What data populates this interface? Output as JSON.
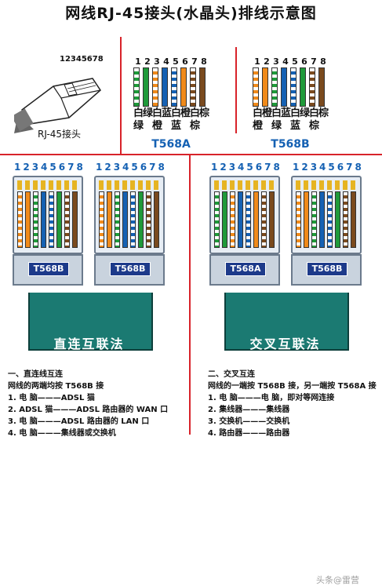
{
  "title": "网线RJ-45接头(水晶头)排线示意图",
  "rj45": {
    "pins": "12345678",
    "caption": "RJ-45接头"
  },
  "pin_numbers": [
    "1",
    "2",
    "3",
    "4",
    "5",
    "6",
    "7",
    "8"
  ],
  "t568a": {
    "label": "T568A",
    "top_chars": [
      "白",
      "绿",
      "白",
      "蓝",
      "白",
      "橙",
      "白",
      "棕"
    ],
    "bottom_chars": [
      "绿",
      "",
      "橙",
      "",
      "蓝",
      "",
      "棕",
      ""
    ],
    "colors": [
      "#f9c784",
      "#1f9a3a",
      "#f9c784",
      "#1561b3",
      "#d8e6f5",
      "#f08a1a",
      "#f3e2c0",
      "#7a4a1e"
    ]
  },
  "t568b": {
    "label": "T568B",
    "top_chars": [
      "白",
      "橙",
      "白",
      "蓝",
      "白",
      "绿",
      "白",
      "棕"
    ],
    "bottom_chars": [
      "橙",
      "",
      "绿",
      "",
      "蓝",
      "",
      "棕",
      ""
    ],
    "colors": [
      "#f9c784",
      "#f08a1a",
      "#cfe9c9",
      "#1561b3",
      "#d8e6f5",
      "#1f9a3a",
      "#f3e2c0",
      "#7a4a1e"
    ]
  },
  "connector_pins": "12345678",
  "straight": {
    "left_label": "T568B",
    "right_label": "T568B",
    "cable_text": "直连互联法",
    "heading": "一、直连线互连",
    "subheading": "网线的两端均按 T568B 接",
    "lines": [
      "1.  电    脑———ADSL 猫",
      "2.  ADSL 猫———ADSL 路由器的 WAN 口",
      "3.  电    脑———ADSL 路由器的 LAN 口",
      "4.  电    脑———集线器或交换机"
    ]
  },
  "crossover": {
    "left_label": "T568A",
    "right_label": "T568B",
    "cable_text": "交叉互联法",
    "heading": "二、交叉互连",
    "subheading": "网线的一端按 T568B 接，另一端按 T568A 接",
    "lines": [
      "1.  电    脑———电    脑，即对等网连接",
      "2.  集线器———集线器",
      "3.  交换机———交换机",
      "4.  路由器———路由器"
    ]
  },
  "watermark": "头条@雷营"
}
